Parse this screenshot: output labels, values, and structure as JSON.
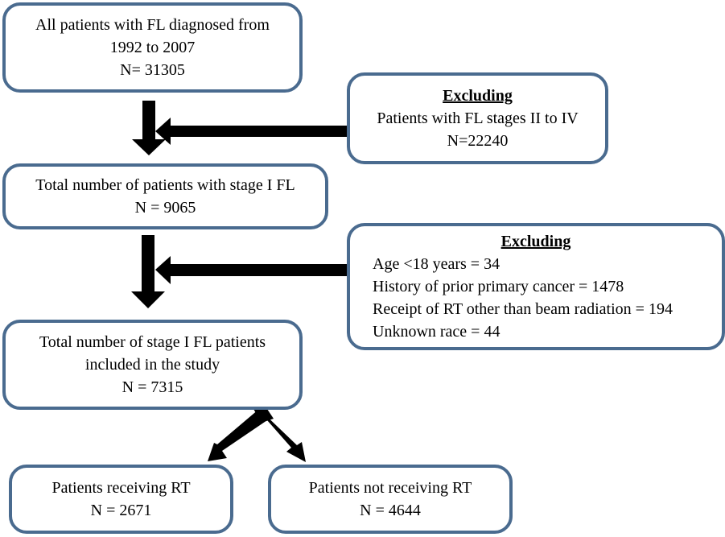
{
  "boxes": {
    "all_patients": {
      "lines": [
        "All patients with FL diagnosed from",
        "1992 to 2007",
        "N= 31305"
      ]
    },
    "exclusion_1": {
      "heading": "Excluding",
      "lines": [
        "Patients with FL stages II to IV",
        "N=22240"
      ]
    },
    "stage1_total": {
      "lines": [
        "Total number of patients with stage I FL",
        "N = 9065"
      ]
    },
    "exclusion_2": {
      "heading": "Excluding",
      "lines": [
        "Age <18 years = 34",
        "History of prior primary cancer = 1478",
        "Receipt of RT other than beam radiation = 194",
        "Unknown race = 44"
      ]
    },
    "included": {
      "lines": [
        "Total number of stage I FL patients",
        "included in the study",
        "N = 7315"
      ]
    },
    "receiving_rt": {
      "lines": [
        "Patients receiving RT",
        "N = 2671"
      ]
    },
    "not_receiving_rt": {
      "lines": [
        "Patients not receiving RT",
        "N = 4644"
      ]
    }
  },
  "colors": {
    "border": "#4a6b8f",
    "arrow": "#000000"
  }
}
